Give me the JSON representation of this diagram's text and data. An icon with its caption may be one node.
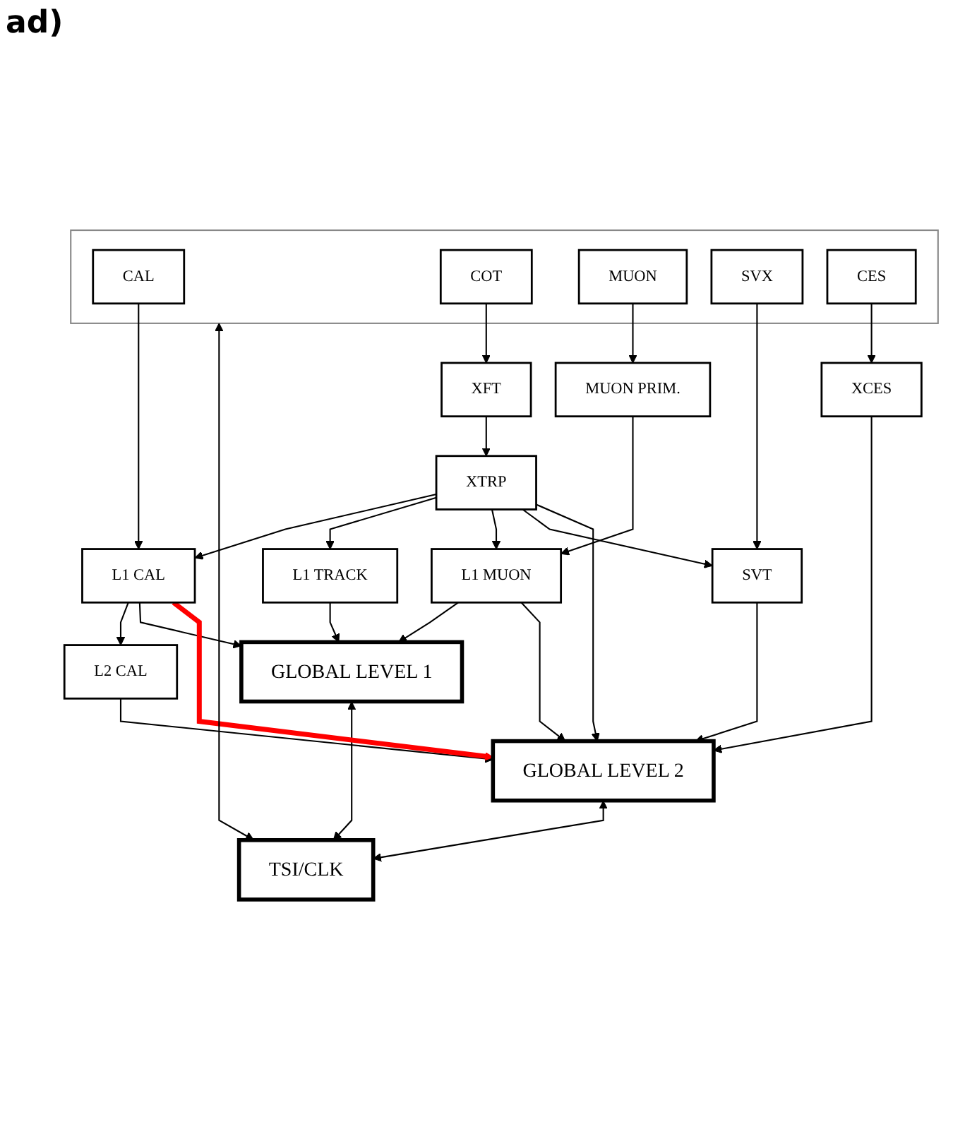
{
  "diagram": {
    "nodes": [
      {
        "text": [],
        "shape": "box"
      },
      {
        "text": [
          "CAL"
        ],
        "in": 0
      },
      {
        "text": [
          "COT"
        ],
        "in": 0
      },
      {
        "text": [
          "MUON"
        ],
        "in": 0
      },
      {
        "text": [
          "SVX"
        ],
        "in": 0
      },
      {
        "text": [
          "CES"
        ],
        "in": 0
      },
      {
        "text": [
          "XFT"
        ]
      },
      {
        "text": [
          "MUON PRIM."
        ]
      },
      {
        "text": [
          "XCES"
        ]
      },
      {
        "text": [
          "XTRP"
        ]
      },
      {
        "text": [
          "L1 CAL"
        ]
      },
      {
        "text": [
          "L1 TRACK"
        ]
      },
      {
        "text": [
          "L1 MUON"
        ]
      },
      {
        "text": [
          "GLOBAL LEVEL 1"
        ]
      },
      {
        "text": [
          "L2 CAL"
        ]
      },
      {
        "text": [
          "SVT"
        ]
      },
      {
        "text": [
          "GLOBAL LEVEL 2"
        ]
      },
      {
        "text": [
          "TSI/CLK"
        ]
      }
    ],
    "edges": [
      {
        "from": 1,
        "to": 10,
        "arrow": "to"
      },
      {
        "from": 2,
        "to": 6,
        "arrow": "to"
      },
      {
        "from": 3,
        "to": 7,
        "arrow": "to"
      },
      {
        "from": 5,
        "to": 8,
        "arrow": "to"
      },
      {
        "from": 6,
        "to": 9,
        "arrow": "to"
      },
      {
        "from": 7,
        "to": 12,
        "arrow": "to"
      },
      {
        "from": 9,
        "to": 10,
        "arrow": "to"
      },
      {
        "from": 9,
        "to": 11,
        "arrow": "to"
      },
      {
        "from": 9,
        "to": 12,
        "arrow": "to"
      },
      {
        "from": 9,
        "to": 15,
        "arrow": "to"
      },
      {
        "from": 9,
        "to": 16,
        "arrow": "to"
      },
      {
        "from": 4,
        "to": 15,
        "arrow": "to"
      },
      {
        "from": 10,
        "to": 14,
        "arrow": "to"
      },
      {
        "from": 10,
        "to": 13,
        "arrow": "to"
      },
      {
        "from": 11,
        "to": 13,
        "arrow": "to"
      },
      {
        "from": 12,
        "to": 13,
        "arrow": "to"
      },
      {
        "from": 12,
        "to": 16,
        "arrow": "to"
      },
      {
        "from": 14,
        "to": 16,
        "arrow": "to"
      },
      {
        "from": 15,
        "to": 16,
        "arrow": "to"
      },
      {
        "from": 8,
        "to": 16,
        "arrow": "to"
      },
      {
        "from": 13,
        "to": 17,
        "arrow": "both"
      },
      {
        "from": 16,
        "to": 17,
        "arrow": "both"
      },
      {
        "from": 17,
        "to": 0,
        "arrow": "both"
      },
      {
        "from": 10,
        "to": 16,
        "arrow": "to",
        "style": "thick",
        "color": "#ff0000"
      }
    ],
    "labels": [
      "ad)"
    ]
  }
}
